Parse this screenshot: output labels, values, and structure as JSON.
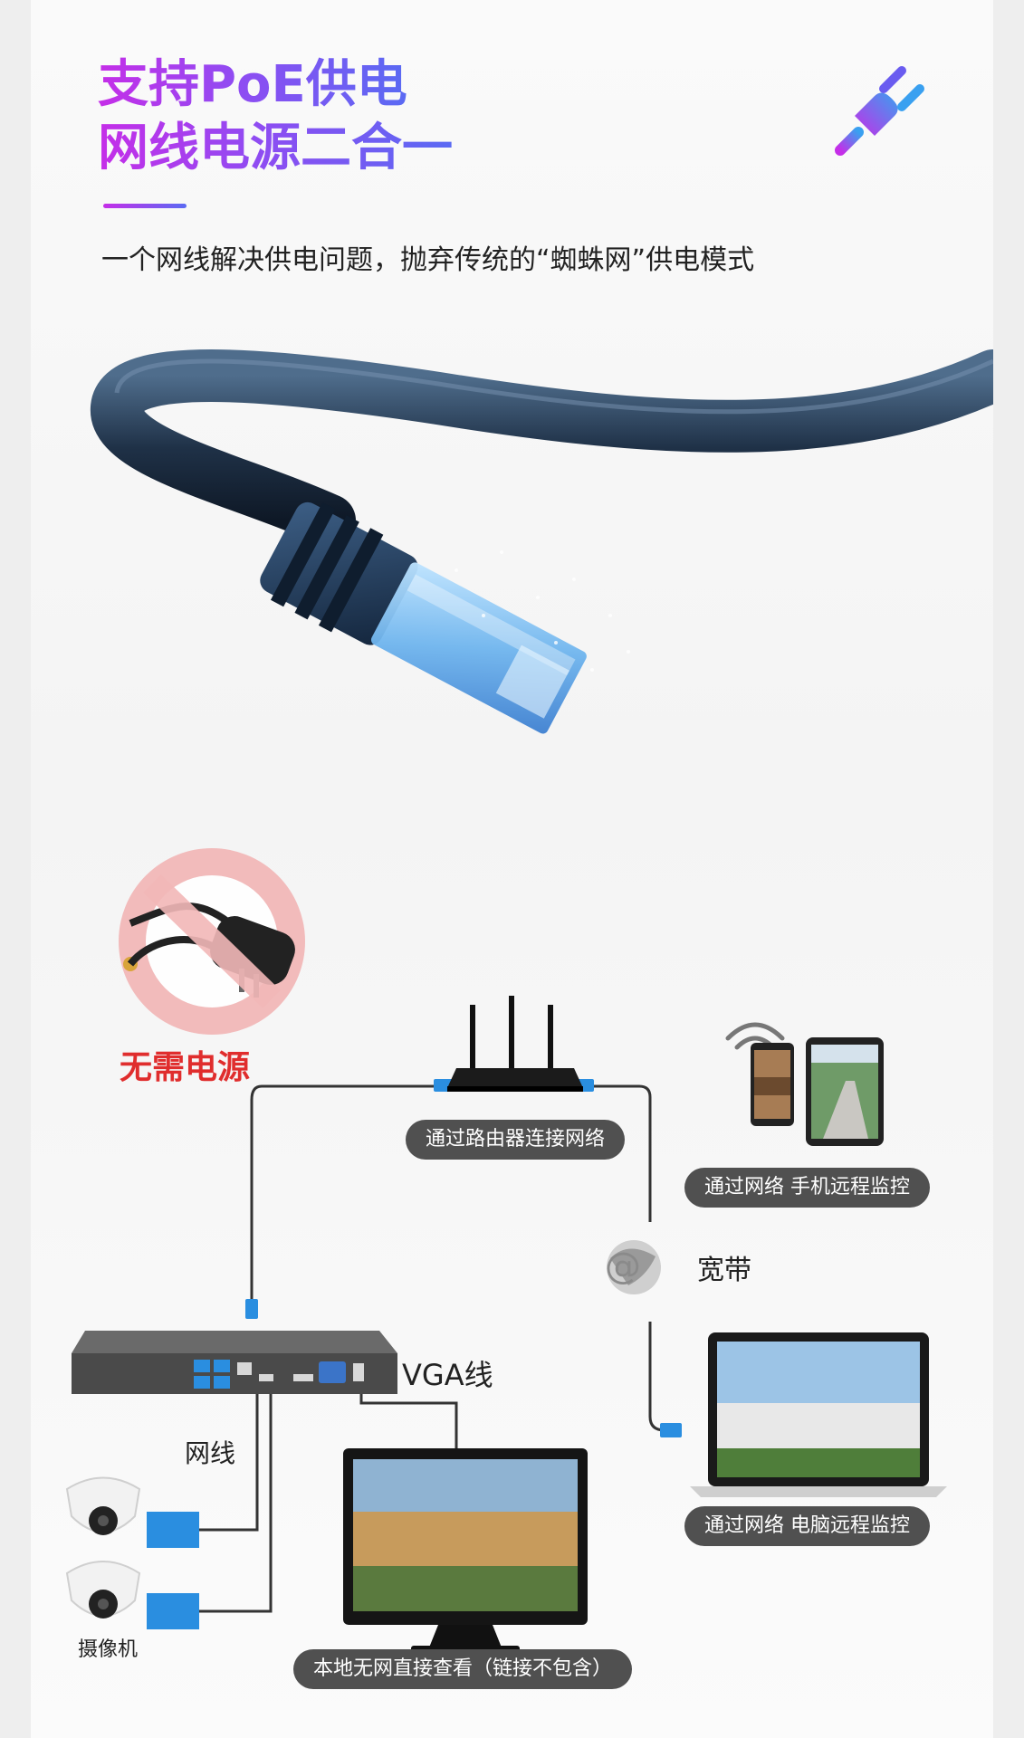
{
  "header": {
    "title_line1": "支持PoE供电",
    "title_line2": "网线电源二合一",
    "subtitle": "一个网线解决供电问题，抛弃传统的“蜘蛛网”供电模式"
  },
  "icons": {
    "plug": "plug-icon",
    "wifi": "wifi-icon",
    "globe": "globe-at-icon"
  },
  "no_power": {
    "label": "无需电源"
  },
  "diagram": {
    "router_label": "通过路由器连接网络",
    "phone_label": "通过网络 手机远程监控",
    "broadband_label": "宽带",
    "vga_label": "VGA线",
    "cable_label": "网线",
    "camera_label": "摄像机",
    "laptop_label": "通过网络 电脑远程监控",
    "monitor_label": "本地无网直接查看（链接不包含）"
  },
  "colors": {
    "title_gradient_start": "#c52ee8",
    "title_gradient_end": "#5a6af3",
    "no_power_red": "#e02d2d",
    "port_blue": "#2a8ee0",
    "pill_gray": "#505050"
  }
}
